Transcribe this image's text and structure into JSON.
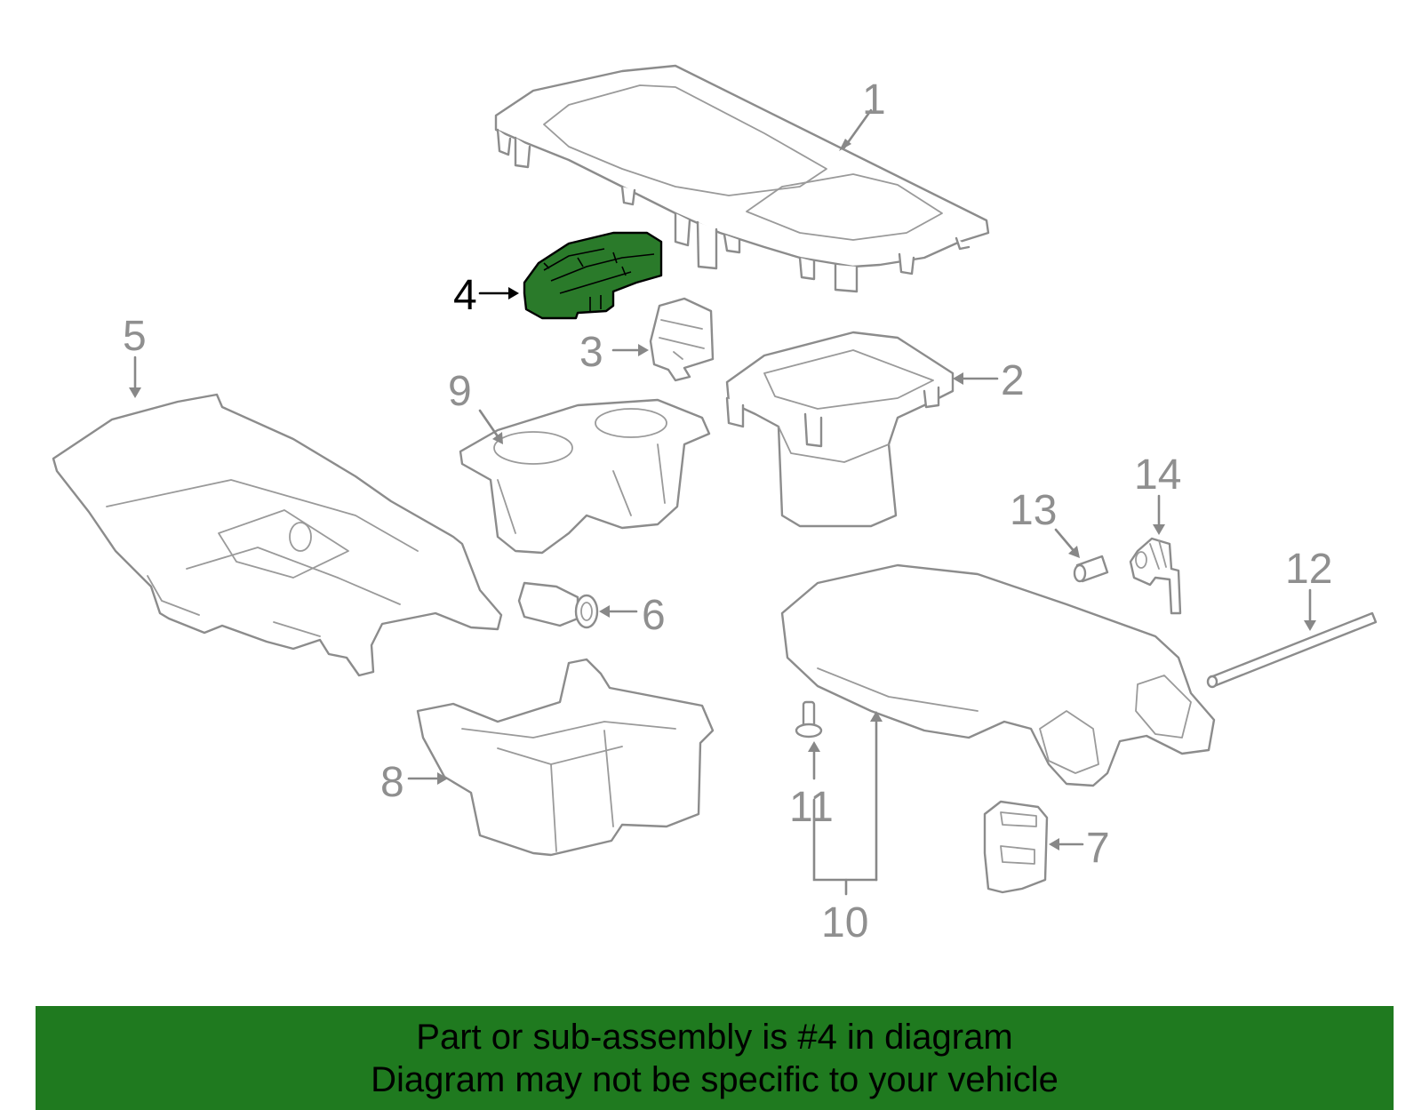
{
  "labels": {
    "p1": "1",
    "p2": "2",
    "p3": "3",
    "p4": "4",
    "p5": "5",
    "p6": "6",
    "p7": "7",
    "p8": "8",
    "p9": "9",
    "p10": "10",
    "p11": "11",
    "p12": "12",
    "p13": "13",
    "p14": "14"
  },
  "highlight": {
    "part": "4",
    "color": "#2a7a2a"
  },
  "banner": {
    "line1": "Part or sub-assembly is #4 in diagram",
    "line2": "Diagram may not be specific to your vehicle",
    "color": "#1f7a1f"
  }
}
